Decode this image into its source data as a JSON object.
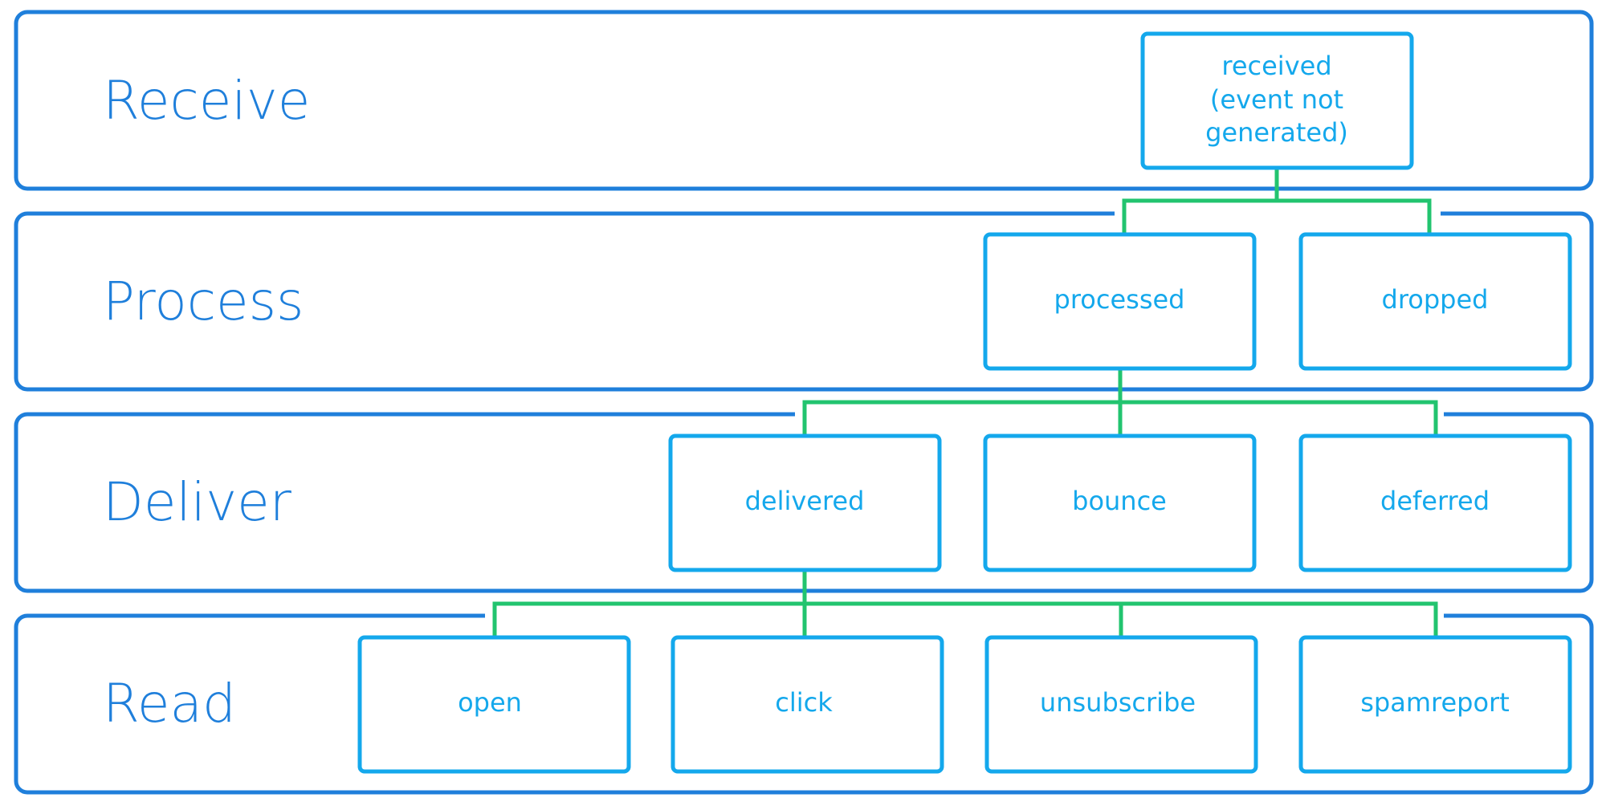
{
  "colors": {
    "stage_border": "#1f7fdb",
    "stage_text": "#1f7fdb",
    "event_border": "#14a8ec",
    "event_text": "#14a8ec",
    "connector": "#22c46f"
  },
  "stages": [
    {
      "id": "receive",
      "label": "Receive"
    },
    {
      "id": "process",
      "label": "Process"
    },
    {
      "id": "deliver",
      "label": "Deliver"
    },
    {
      "id": "read",
      "label": "Read"
    }
  ],
  "events": {
    "received": [
      "received",
      "(event not",
      "generated)"
    ],
    "processed": "processed",
    "dropped": "dropped",
    "delivered": "delivered",
    "bounce": "bounce",
    "deferred": "deferred",
    "open": "open",
    "click": "click",
    "unsubscribe": "unsubscribe",
    "spamreport": "spamreport"
  }
}
